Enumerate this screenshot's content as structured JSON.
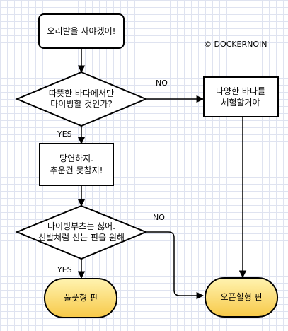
{
  "diagram": {
    "watermark": "© DOCKERNOIN",
    "nodes": {
      "start": {
        "lines": [
          "오리발을 사야겠어!"
        ]
      },
      "decision1": {
        "lines": [
          "따뜻한 바다에서만",
          "다이빙할 것인가?"
        ]
      },
      "yes_box": {
        "lines": [
          "당연하지.",
          "추운건 못참지!"
        ]
      },
      "no_box": {
        "lines": [
          "다양한 바다를",
          "체험할거야"
        ]
      },
      "decision2": {
        "lines": [
          "다이빙부츠는 싫어.",
          "신발처럼 신는 핀을 원해"
        ]
      },
      "end_full": {
        "lines": [
          "풀풋형 핀"
        ]
      },
      "end_open": {
        "lines": [
          "오픈힐형 핀"
        ]
      }
    },
    "edges": {
      "d1_no": "NO",
      "d1_yes": "YES",
      "d2_no": "NO",
      "d2_yes": "YES"
    },
    "colors": {
      "terminal_fill_top": "#fff3b0",
      "terminal_fill_bottom": "#f7c948",
      "stroke": "#000000"
    }
  }
}
